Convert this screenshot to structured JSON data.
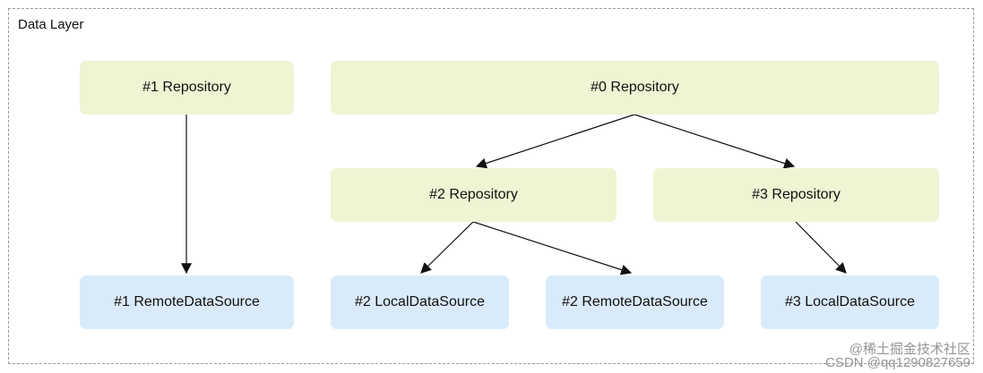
{
  "diagram": {
    "layer_title": "Data Layer",
    "nodes": {
      "repo1": "#1 Repository",
      "repo0": "#0 Repository",
      "repo2": "#2 Repository",
      "repo3": "#3 Repository",
      "remote1": "#1 RemoteDataSource",
      "local2": "#2 LocalDataSource",
      "remote2": "#2 RemoteDataSource",
      "local3": "#3 LocalDataSource"
    },
    "colors": {
      "repository_fill": "#eef5d3",
      "datasource_fill": "#d9ebfa",
      "edge": "#111111"
    }
  },
  "watermark": {
    "line1": "@稀土掘金技术社区",
    "line2": "CSDN @qq1290827659"
  }
}
